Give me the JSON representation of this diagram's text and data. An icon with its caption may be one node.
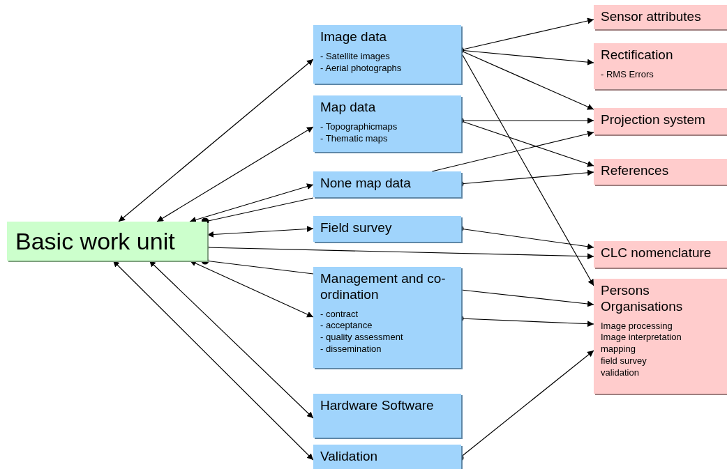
{
  "diagram": {
    "nodes": [
      {
        "text": [
          "Basic work unit"
        ]
      },
      {
        "text": [
          "Image data",
          "- Satellite images",
          "- Aerial photographs"
        ]
      },
      {
        "text": [
          "Map data",
          "- Topographicmaps",
          "- Thematic maps"
        ]
      },
      {
        "text": [
          "None map data"
        ]
      },
      {
        "text": [
          "Field survey"
        ]
      },
      {
        "text": [
          "Management and co-ordination",
          "- contract",
          "- acceptance",
          "- quality assessment",
          "- dissemination"
        ]
      },
      {
        "text": [
          "Hardware Software"
        ]
      },
      {
        "text": [
          "Validation"
        ]
      },
      {
        "text": [
          "Sensor attributes"
        ]
      },
      {
        "text": [
          "Rectification",
          "- RMS Errors"
        ]
      },
      {
        "text": [
          "Projection system"
        ]
      },
      {
        "text": [
          "References"
        ]
      },
      {
        "text": [
          "CLC nomenclature"
        ]
      },
      {
        "text": [
          "Persons Organisations",
          "Image processing",
          "Image interpretation",
          "mapping",
          "field survey",
          "validation"
        ]
      }
    ],
    "edges": [
      {
        "from": 0,
        "to": 1,
        "arrow": "both"
      },
      {
        "from": 0,
        "to": 2,
        "arrow": "both"
      },
      {
        "from": 0,
        "to": 3,
        "arrow": "both"
      },
      {
        "from": 0,
        "to": 3,
        "arrow": "other"
      },
      {
        "from": 0,
        "to": 4,
        "arrow": "both"
      },
      {
        "from": 0,
        "to": 12,
        "arrow": "to"
      },
      {
        "from": 0,
        "to": 5,
        "arrow": "other"
      },
      {
        "from": 0,
        "to": 5,
        "arrow": "both"
      },
      {
        "from": 0,
        "to": 6,
        "arrow": "both"
      },
      {
        "from": 0,
        "to": 7,
        "arrow": "both"
      },
      {
        "from": 1,
        "to": 8,
        "arrow": "to"
      },
      {
        "from": 1,
        "to": 9,
        "arrow": "to"
      },
      {
        "from": 1,
        "to": 10,
        "arrow": "to"
      },
      {
        "from": 1,
        "to": 13,
        "arrow": "to"
      },
      {
        "from": 2,
        "to": 10,
        "arrow": "to"
      },
      {
        "from": 2,
        "to": 11,
        "arrow": "to"
      },
      {
        "from": 3,
        "to": 10,
        "arrow": "to"
      },
      {
        "from": 3,
        "to": 11,
        "arrow": "to"
      },
      {
        "from": 4,
        "to": 12,
        "arrow": "to"
      },
      {
        "from": 5,
        "to": 13,
        "arrow": "to"
      },
      {
        "from": 5,
        "to": 13,
        "arrow": "to"
      },
      {
        "from": 7,
        "to": 13,
        "arrow": "to"
      }
    ]
  }
}
